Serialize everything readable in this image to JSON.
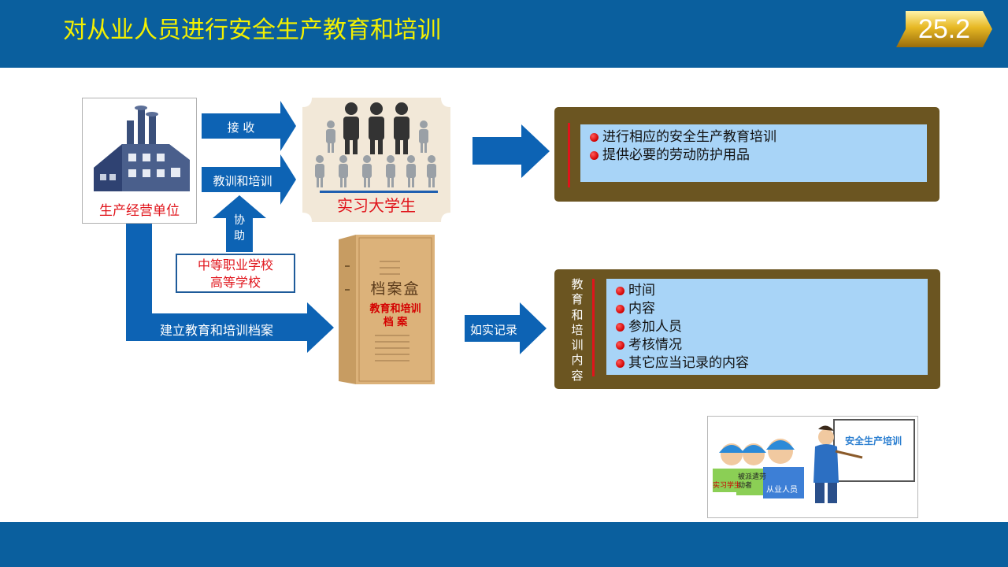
{
  "header": {
    "title": "对从业人员进行安全生产教育和培训",
    "page_number": "25.2"
  },
  "colors": {
    "header_bg": "#0a5f9e",
    "title_yellow": "#f4f000",
    "arrow_blue": "#0d63b4",
    "panel_brown": "#6b5521",
    "panel_blue": "#a8d4f7",
    "label_red": "#e0141b"
  },
  "nodes": {
    "factory_label": "生产经营单位",
    "receive_label": "接 收",
    "educate_label": "教训和培训",
    "assist_label": "协助",
    "students_label": "实习大学生",
    "school_line1": "中等职业学校",
    "school_line2": "高等学校",
    "archive_label": "建立教育和培训档案",
    "record_label": "如实记录"
  },
  "archive_box": {
    "title": "档案盒",
    "line1": "教育和培训",
    "line2": "档  案"
  },
  "panel_top": {
    "items": [
      "进行相应的安全生产教育培训",
      "提供必要的劳动防护用品"
    ]
  },
  "panel_bottom": {
    "side_label": "教育和培训内容",
    "items": [
      "时间",
      "内容",
      "参加人员",
      "考核情况",
      "其它应当记录的内容"
    ]
  },
  "illustration": {
    "board_text": "安全生产培训",
    "tag1": "实习学生",
    "tag2": "被派遣劳动者",
    "tag3": "从业人员"
  },
  "icons": {
    "factory": "factory-icon",
    "people": "people-icon",
    "archive": "archive-box-icon"
  }
}
